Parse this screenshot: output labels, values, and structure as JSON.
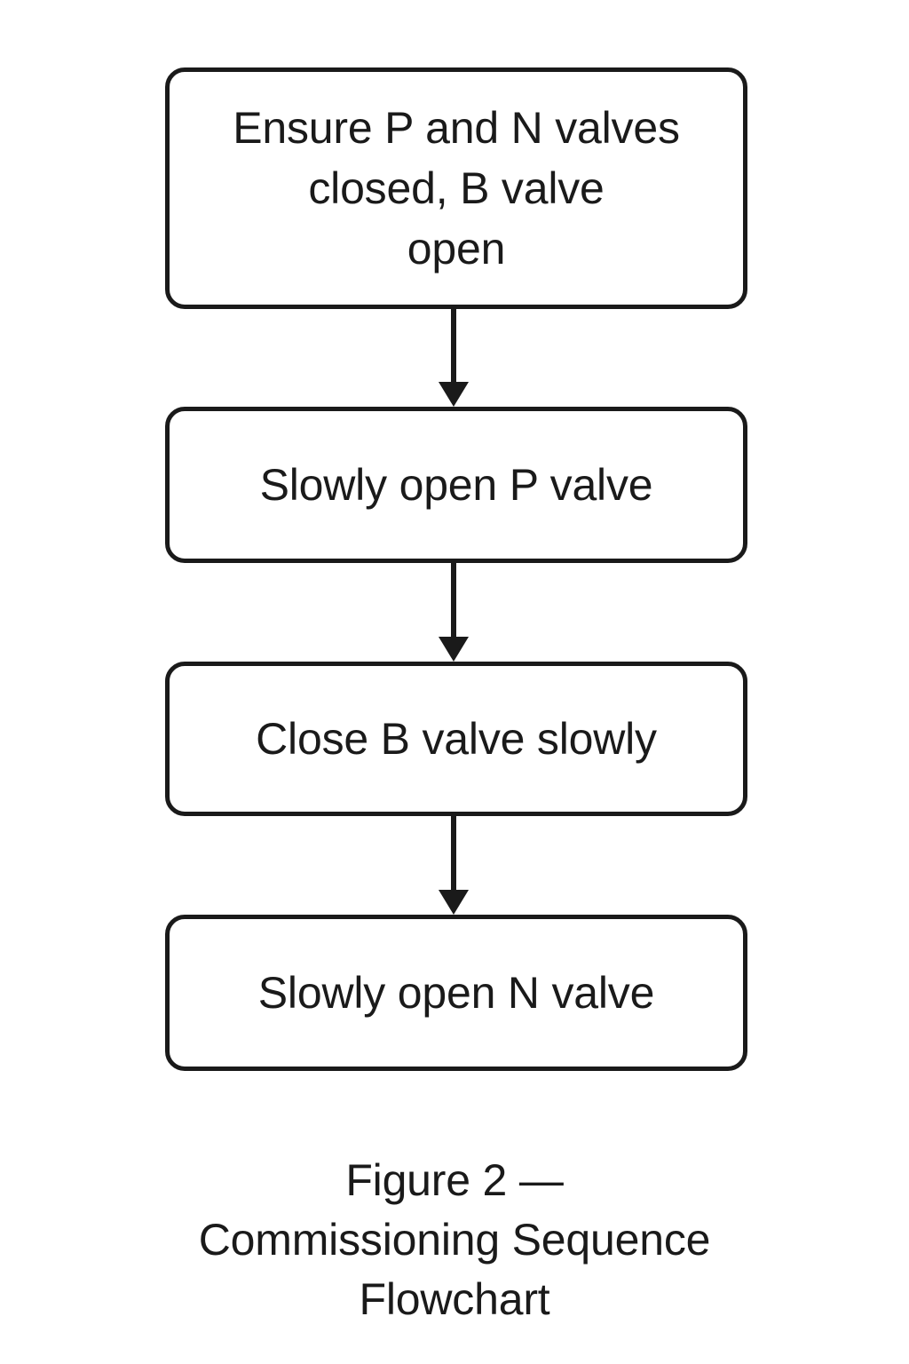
{
  "figure": {
    "background_color": "#ffffff",
    "stroke_color": "#1a1a1a",
    "text_color": "#1a1a1a",
    "caption": "Figure 2 —\nCommissioning Sequence\nFlowchart"
  },
  "chart_data": {
    "type": "diagram",
    "diagram_kind": "flowchart",
    "orientation": "top-to-bottom",
    "title": "Figure 2 — Commissioning Sequence Flowchart",
    "node_shape": "rounded-rectangle",
    "nodes": [
      {
        "id": "step-1",
        "label": "Ensure P and N valves\nclosed, B valve\nopen",
        "lines": [
          "Ensure P and N valves",
          "closed, B valve",
          "open"
        ]
      },
      {
        "id": "step-2",
        "label": "Slowly open P valve",
        "lines": [
          "Slowly open P valve"
        ]
      },
      {
        "id": "step-3",
        "label": "Close B valve slowly",
        "lines": [
          "Close B valve slowly"
        ]
      },
      {
        "id": "step-4",
        "label": "Slowly open N valve",
        "lines": [
          "Slowly open N valve"
        ]
      }
    ],
    "edges": [
      {
        "from": "step-1",
        "to": "step-2",
        "label": "",
        "arrow": "single"
      },
      {
        "from": "step-2",
        "to": "step-3",
        "label": "",
        "arrow": "single"
      },
      {
        "from": "step-3",
        "to": "step-4",
        "label": "",
        "arrow": "single"
      }
    ]
  },
  "nodes": {
    "step_1": {
      "text": "Ensure P and N valves\nclosed, B valve\nopen"
    },
    "step_2": {
      "text": "Slowly open P valve"
    },
    "step_3": {
      "text": "Close B valve slowly"
    },
    "step_4": {
      "text": "Slowly open N valve"
    }
  }
}
